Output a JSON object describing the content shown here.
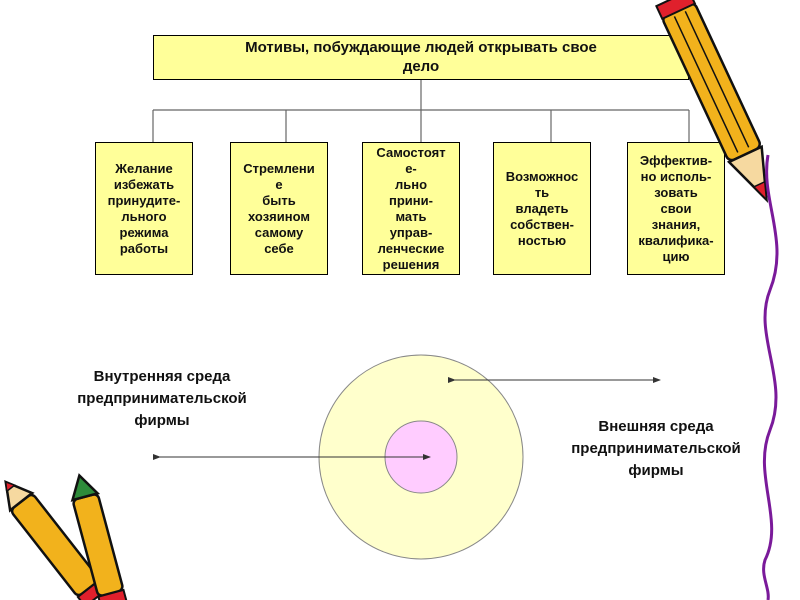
{
  "diagram": {
    "title": "Мотивы, побуждающие людей открывать свое\nдело",
    "motives": [
      "Желание\nизбежать\nпринудите-\nльного\nрежима\nработы",
      "Стремлени\nе\nбыть\nхозяином\nсамому\nсебе",
      "Самостоят\nе-\nльно\nприни-\nмать\nуправ-\nленческие\nрешения",
      "Возможнос\nть\nвладеть\nсобствен-\nностью",
      "Эффектив-\nно исполь-\nзовать\nсвои\nзнания,\nквалифика-\nцию"
    ],
    "inner_env_label": "Внутренняя среда\nпредпринимательской\nфирмы",
    "outer_env_label": "Внешняя среда\nпредпринимательской\nфирмы"
  },
  "colors": {
    "box_fill": "#ffff99",
    "outer_circle": "#ffffcc",
    "inner_circle": "#ffccff",
    "pencil_body": "#f2b21c",
    "pencil_tip": "#e0202c"
  },
  "icons": [
    "pencil-icon",
    "pencils-icon"
  ]
}
